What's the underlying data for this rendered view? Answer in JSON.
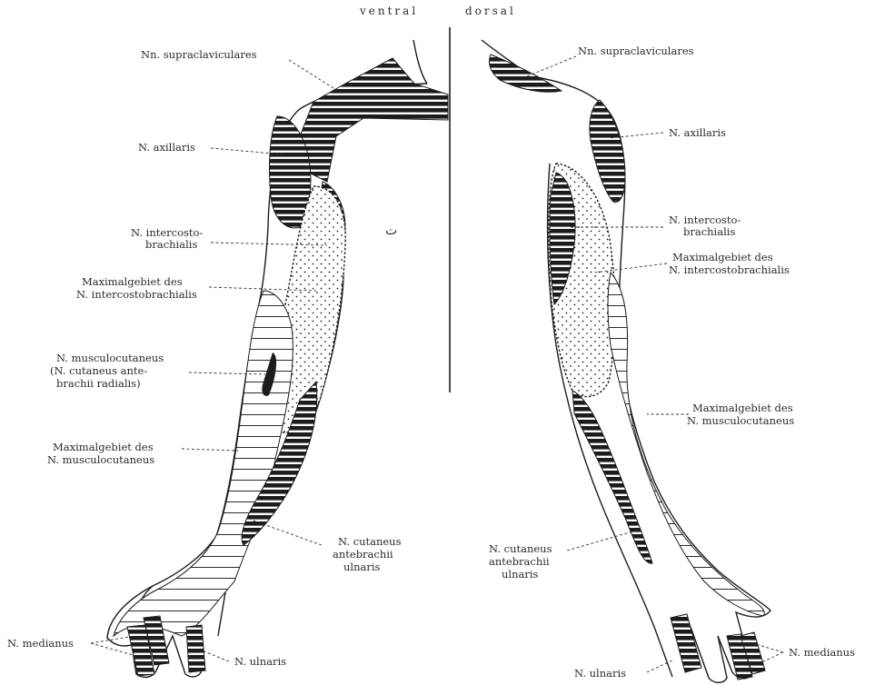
{
  "headers": {
    "ventral": "ventral",
    "dorsal": "dorsal"
  },
  "ventral_labels": {
    "supraclaviculares": "Nn. supraclaviculares",
    "axillaris": "N. axillaris",
    "intercosto_1": "N. intercosto-",
    "intercosto_2": "brachialis",
    "max_intercosto_1": "Maximalgebiet des",
    "max_intercosto_2": "N. intercostobrachialis",
    "musculo_1": "N. musculocutaneus",
    "musculo_2": "(N. cutaneus ante-",
    "musculo_3": "brachii radialis)",
    "max_musculo_1": "Maximalgebiet des",
    "max_musculo_2": "N. musculocutaneus",
    "cutaneus_1": "N. cutaneus",
    "cutaneus_2": "antebrachii",
    "cutaneus_3": "ulnaris",
    "medianus": "N. medianus",
    "ulnaris": "N. ulnaris"
  },
  "dorsal_labels": {
    "supraclaviculares": "Nn. supraclaviculares",
    "axillaris": "N. axillaris",
    "intercosto_1": "N. intercosto-",
    "intercosto_2": "brachialis",
    "max_intercosto_1": "Maximalgebiet des",
    "max_intercosto_2": "N. intercostobrachialis",
    "max_musculo_1": "Maximalgebiet des",
    "max_musculo_2": "N. musculocutaneus",
    "cutaneus_1": "N. cutaneus",
    "cutaneus_2": "antebrachii",
    "cutaneus_3": "ulnaris",
    "ulnaris": "N. ulnaris",
    "medianus": "N. medianus"
  }
}
